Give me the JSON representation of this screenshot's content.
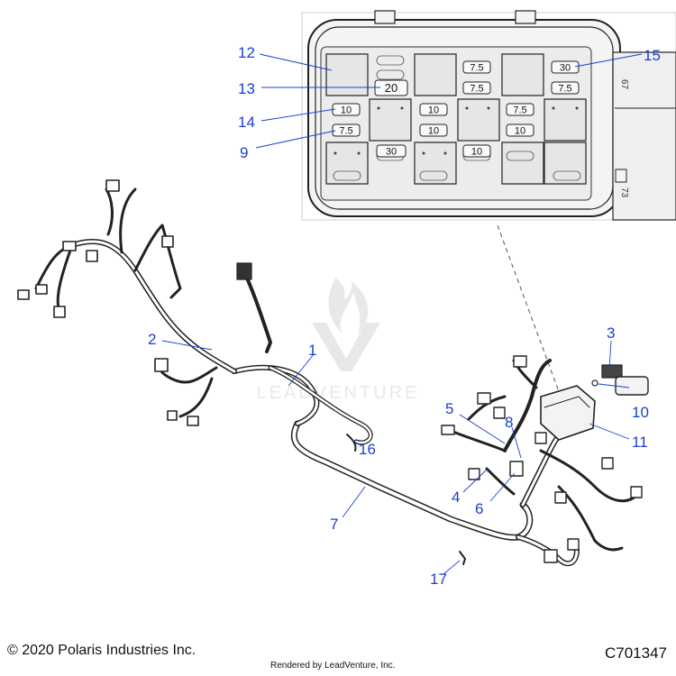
{
  "diagram": {
    "callouts": [
      "1",
      "2",
      "3",
      "4",
      "5",
      "6",
      "7",
      "8",
      "9",
      "10",
      "11",
      "12",
      "13",
      "14",
      "15",
      "16",
      "17"
    ],
    "fuses": {
      "f1": "7.5",
      "f2": "7.5",
      "f3": "30",
      "f4": "7.5",
      "f5": "20",
      "f6": "10",
      "f7": "10",
      "f8": "7.5",
      "f9": "7.5",
      "f10": "10",
      "f11": "10",
      "f12": "30",
      "f13": "10"
    },
    "side_labels": [
      "67",
      "73"
    ],
    "watermark": "LEADVENTURE"
  },
  "footer": {
    "copyright": "© 2020 Polaris Industries Inc.",
    "rendered_by": "Rendered by LeadVenture, Inc.",
    "part_number": "C701347"
  }
}
